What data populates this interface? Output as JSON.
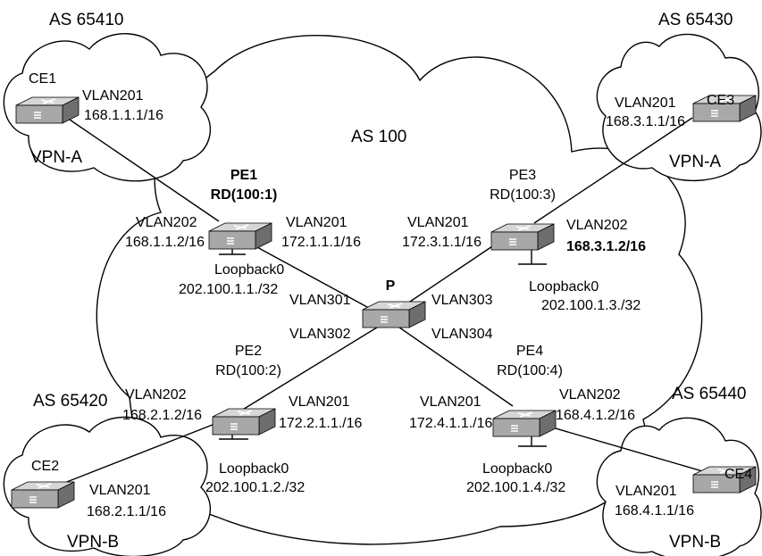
{
  "as_labels": {
    "as100": "AS 100",
    "as65410": "AS 65410",
    "as65420": "AS 65420",
    "as65430": "AS 65430",
    "as65440": "AS 65440"
  },
  "vpn_labels": {
    "ce1": "VPN-A",
    "ce3": "VPN-A",
    "ce2": "VPN-B",
    "ce4": "VPN-B"
  },
  "devices": {
    "ce1": {
      "name": "CE1",
      "vlan": "VLAN201",
      "ip": "168.1.1.1/16"
    },
    "ce2": {
      "name": "CE2",
      "vlan": "VLAN201",
      "ip": "168.2.1.1/16"
    },
    "ce3": {
      "name": "CE3",
      "vlan": "VLAN201",
      "ip": "168.3.1.1/16"
    },
    "ce4": {
      "name": "CE4",
      "vlan": "VLAN201",
      "ip": "168.4.1.1/16"
    },
    "pe1": {
      "name": "PE1",
      "rd": "RD(100:1)",
      "vlan_ce": "VLAN202",
      "ip_ce": "168.1.1.2/16",
      "vlan_p": "VLAN201",
      "ip_p": "172.1.1.1/16",
      "loopback": "Loopback0",
      "loopback_ip": "202.100.1.1./32"
    },
    "pe2": {
      "name": "PE2",
      "rd": "RD(100:2)",
      "vlan_ce": "VLAN202",
      "ip_ce": "168.2.1.2/16",
      "vlan_p": "VLAN201",
      "ip_p": "172.2.1.1./16",
      "loopback": "Loopback0",
      "loopback_ip": "202.100.1.2./32"
    },
    "pe3": {
      "name": "PE3",
      "rd": "RD(100:3)",
      "vlan_ce": "VLAN202",
      "ip_ce": "168.3.1.2/16",
      "vlan_p": "VLAN201",
      "ip_p": "172.3.1.1/16",
      "loopback": "Loopback0",
      "loopback_ip": "202.100.1.3./32"
    },
    "pe4": {
      "name": "PE4",
      "rd": "RD(100:4)",
      "vlan_ce": "VLAN202",
      "ip_ce": "168.4.1.2/16",
      "vlan_p": "VLAN201",
      "ip_p": "172.4.1.1./16",
      "loopback": "Loopback0",
      "loopback_ip": "202.100.1.4./32"
    },
    "p": {
      "name": "P",
      "vlan_pe1": "VLAN301",
      "vlan_pe2": "VLAN302",
      "vlan_pe3": "VLAN303",
      "vlan_pe4": "VLAN304"
    }
  },
  "colors": {
    "switch_face": "#a8a8a8",
    "switch_top": "#d6d6d6",
    "switch_side": "#6e6e6e",
    "line": "#000000"
  }
}
